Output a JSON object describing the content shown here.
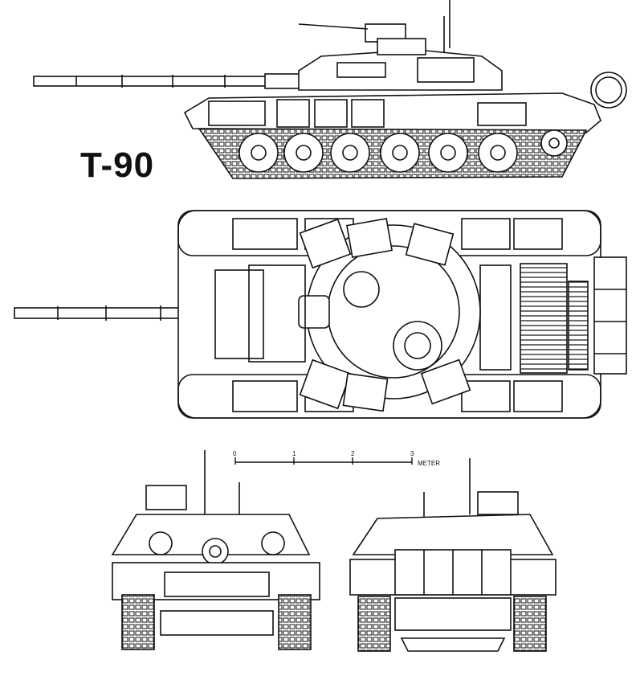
{
  "title": "T-90",
  "scale_bar": {
    "unit_label": "METER",
    "ticks": [
      "0",
      "1",
      "2",
      "3"
    ]
  },
  "colors": {
    "ink": "#111111",
    "paper": "#ffffff"
  }
}
